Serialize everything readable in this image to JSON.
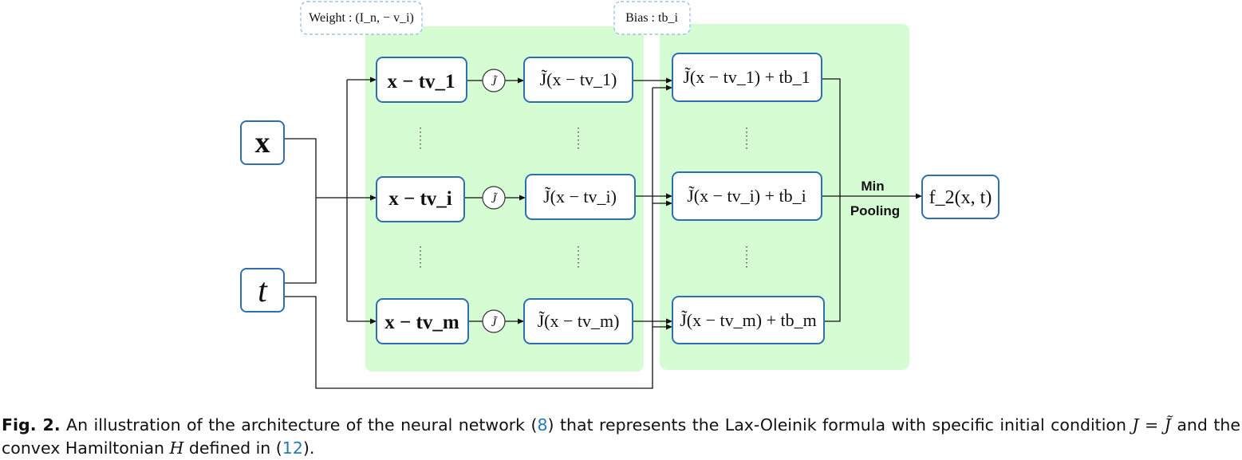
{
  "diagram": {
    "annotations": {
      "weight": "Weight : (I_n, − v_i)",
      "bias": "Bias : tb_i"
    },
    "inputs": {
      "x": "x",
      "t": "t"
    },
    "activation": "J̃",
    "layer1": [
      "x − tv_1",
      "x − tv_i",
      "x − tv_m"
    ],
    "layer2": [
      "J̃(x − tv_1)",
      "J̃(x − tv_i)",
      "J̃(x − tv_m)"
    ],
    "layer3": [
      "J̃(x − tv_1) + tb_1",
      "J̃(x − tv_i) + tb_i",
      "J̃(x − tv_m) + tb_m"
    ],
    "pooling": {
      "line1": "Min",
      "line2": "Pooling"
    },
    "output": "f_2(x, t)"
  },
  "caption": {
    "label": "Fig. 2.",
    "text1": " An illustration of the architecture of the neural network (",
    "ref1": "8",
    "text2": ") that represents the Lax-Oleinik formula with specific initial condition ",
    "math1": "J = J̃",
    "text3": " and the convex Hamiltonian ",
    "math2": "H",
    "text4": " defined in (",
    "ref2": "12",
    "text5": ")."
  },
  "colors": {
    "box_border": "#2e6fb0",
    "panel_fill": "#d6fcd4",
    "annotation_border": "#8fb8e0",
    "reference_link": "#2a7ab0"
  }
}
